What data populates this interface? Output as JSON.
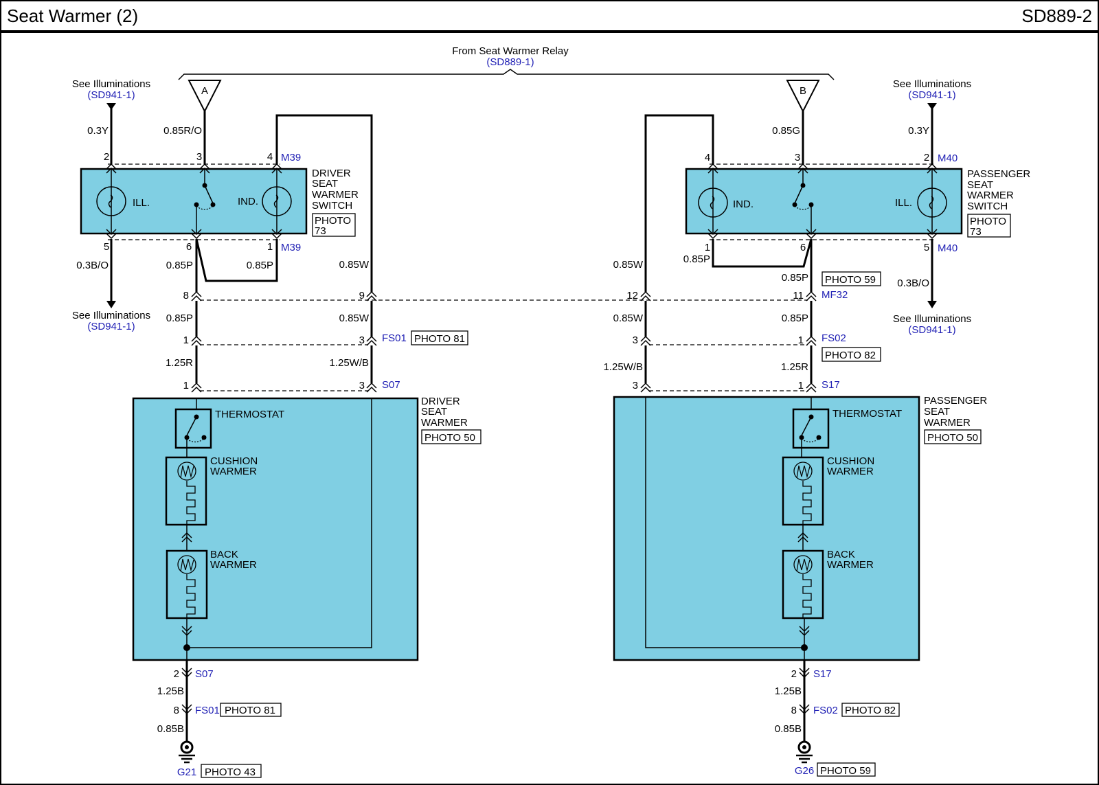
{
  "header": {
    "title": "Seat Warmer (2)",
    "code": "SD889-2"
  },
  "relay": {
    "label": "From Seat Warmer Relay",
    "ref": "(SD889-1)"
  },
  "illum": {
    "label": "See Illuminations",
    "ref": "(SD941-1)"
  },
  "driver_switch": {
    "name_lines": [
      "DRIVER",
      "SEAT",
      "WARMER",
      "SWITCH"
    ],
    "photo_lines": [
      "PHOTO",
      "73"
    ],
    "connector": "M39",
    "ill_label": "ILL.",
    "ind_label": "IND.",
    "pins_top": [
      "2",
      "3",
      "4"
    ],
    "pins_bottom": [
      "5",
      "6",
      "1"
    ]
  },
  "passenger_switch": {
    "name_lines": [
      "PASSENGER",
      "SEAT",
      "WARMER",
      "SWITCH"
    ],
    "photo_lines": [
      "PHOTO",
      "73"
    ],
    "connector": "M40",
    "ill_label": "ILL.",
    "ind_label": "IND.",
    "pins_top": [
      "4",
      "3",
      "2"
    ],
    "pins_bottom": [
      "1",
      "6",
      "5"
    ]
  },
  "terminals": {
    "a": "A",
    "b": "B"
  },
  "wires": {
    "y03": "0.3Y",
    "r085o": "0.85R/O",
    "g085": "0.85G",
    "bo03": "0.3B/O",
    "p085": "0.85P",
    "w085": "0.85W",
    "r125": "1.25R",
    "wb125": "1.25W/B",
    "b125": "1.25B",
    "b085": "0.85B"
  },
  "connectors": {
    "mf32": "MF32",
    "fs01": "FS01",
    "fs02": "FS02",
    "s07": "S07",
    "s17": "S17"
  },
  "pins": {
    "p8": "8",
    "p9": "9",
    "p12": "12",
    "p11": "11",
    "p1": "1",
    "p2": "2",
    "p3": "3"
  },
  "photos": {
    "p81": "PHOTO 81",
    "p82": "PHOTO 82",
    "p59": "PHOTO 59",
    "p50": "PHOTO 50",
    "p43": "PHOTO 43"
  },
  "driver_warmer": {
    "name_lines": [
      "DRIVER",
      "SEAT",
      "WARMER"
    ]
  },
  "passenger_warmer": {
    "name_lines": [
      "PASSENGER",
      "SEAT",
      "WARMER"
    ]
  },
  "warmer_parts": {
    "thermostat": "THERMOSTAT",
    "cushion_lines": [
      "CUSHION",
      "WARMER"
    ],
    "back_lines": [
      "BACK",
      "WARMER"
    ]
  },
  "grounds": {
    "left": "G21",
    "right": "G26"
  }
}
